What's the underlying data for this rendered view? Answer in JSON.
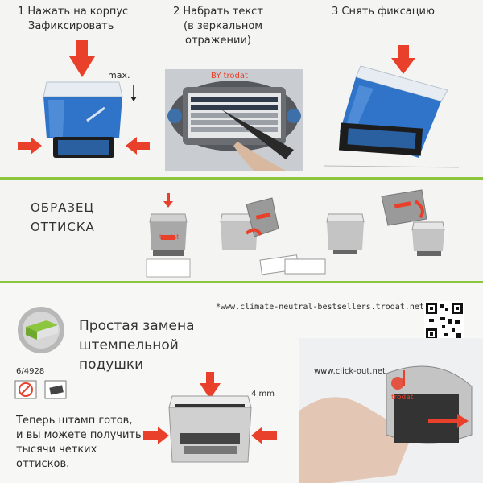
{
  "steps": [
    {
      "title_line1": "1 Нажать на корпус",
      "title_line2": "Зафиксировать",
      "note": "max."
    },
    {
      "title_line1": "2 Набрать текст",
      "title_line2": "(в зеркальном",
      "title_line3": "отражении)",
      "stamp_brand": "BY trodat"
    },
    {
      "title_line1": "3 Снять фиксацию"
    }
  ],
  "sample": {
    "title_line1": "ОБРАЗЕЦ",
    "title_line2": "ОТТИСКА",
    "brand": "trodat"
  },
  "replacement": {
    "url_top": "*www.climate-neutral-bestsellers.trodat.net",
    "title_line1": "Простая замена",
    "title_line2": "штемпельной",
    "title_line3": "подушки",
    "pad_code": "6/4928",
    "size": "4 mm",
    "desc_line1": "Теперь штамп готов,",
    "desc_line2": "и вы можете получить",
    "desc_line3": "тысячи четких",
    "desc_line4": "оттисков.",
    "click_url": "www.click-out.net",
    "brand": "trodat"
  },
  "colors": {
    "green": "#8cc63f",
    "red": "#e8402a",
    "blue": "#2f74c8",
    "gray": "#9a9a9a"
  }
}
